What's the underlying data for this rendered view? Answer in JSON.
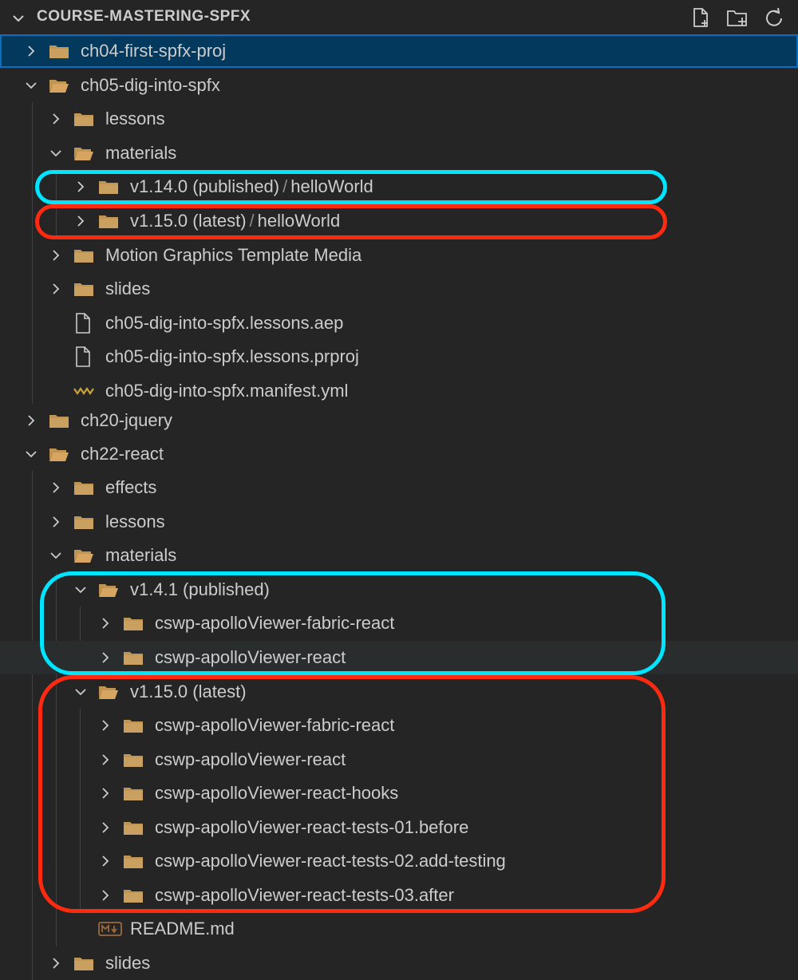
{
  "explorer": {
    "title": "COURSE-MASTERING-SPFX",
    "actions": [
      {
        "icon": "new-file-icon"
      },
      {
        "icon": "new-folder-icon"
      },
      {
        "icon": "refresh-icon"
      }
    ]
  },
  "tree": [
    {
      "label": "ch04-first-spfx-proj",
      "kind": "folder",
      "expanded": false,
      "selected": true
    },
    {
      "label": "ch05-dig-into-spfx",
      "kind": "folder",
      "expanded": true
    },
    {
      "label": "lessons",
      "kind": "folder",
      "expanded": false
    },
    {
      "label": "materials",
      "kind": "folder",
      "expanded": true
    },
    {
      "label": "v1.14.0 (published)",
      "suffix": "helloWorld",
      "kind": "folder",
      "expanded": false
    },
    {
      "label": "v1.15.0 (latest)",
      "suffix": "helloWorld",
      "kind": "folder",
      "expanded": false
    },
    {
      "label": "Motion Graphics Template Media",
      "kind": "folder",
      "expanded": false
    },
    {
      "label": "slides",
      "kind": "folder",
      "expanded": false
    },
    {
      "label": "ch05-dig-into-spfx.lessons.aep",
      "kind": "file"
    },
    {
      "label": "ch05-dig-into-spfx.lessons.prproj",
      "kind": "file"
    },
    {
      "label": "ch05-dig-into-spfx.manifest.yml",
      "kind": "yaml"
    },
    {
      "label": "ch20-jquery",
      "kind": "folder",
      "expanded": false
    },
    {
      "label": "ch22-react",
      "kind": "folder",
      "expanded": true
    },
    {
      "label": "effects",
      "kind": "folder",
      "expanded": false
    },
    {
      "label": "lessons",
      "kind": "folder",
      "expanded": false
    },
    {
      "label": "materials",
      "kind": "folder",
      "expanded": true
    },
    {
      "label": "v1.4.1 (published)",
      "kind": "folder",
      "expanded": true
    },
    {
      "label": "cswp-apolloViewer-fabric-react",
      "kind": "folder",
      "expanded": false
    },
    {
      "label": "cswp-apolloViewer-react",
      "kind": "folder",
      "expanded": false,
      "hover": true
    },
    {
      "label": "v1.15.0 (latest)",
      "kind": "folder",
      "expanded": true
    },
    {
      "label": "cswp-apolloViewer-fabric-react",
      "kind": "folder",
      "expanded": false
    },
    {
      "label": "cswp-apolloViewer-react",
      "kind": "folder",
      "expanded": false
    },
    {
      "label": "cswp-apolloViewer-react-hooks",
      "kind": "folder",
      "expanded": false
    },
    {
      "label": "cswp-apolloViewer-react-tests-01.before",
      "kind": "folder",
      "expanded": false
    },
    {
      "label": "cswp-apolloViewer-react-tests-02.add-testing",
      "kind": "folder",
      "expanded": false
    },
    {
      "label": "cswp-apolloViewer-react-tests-03.after",
      "kind": "folder",
      "expanded": false
    },
    {
      "label": "README.md",
      "kind": "markdown"
    },
    {
      "label": "slides",
      "kind": "folder",
      "expanded": false
    }
  ],
  "colors": {
    "background": "#252526",
    "selected": "#04395e",
    "folder": "#c09553",
    "highlight_published": "#00e5ff",
    "highlight_latest": "#ff2a0f"
  }
}
